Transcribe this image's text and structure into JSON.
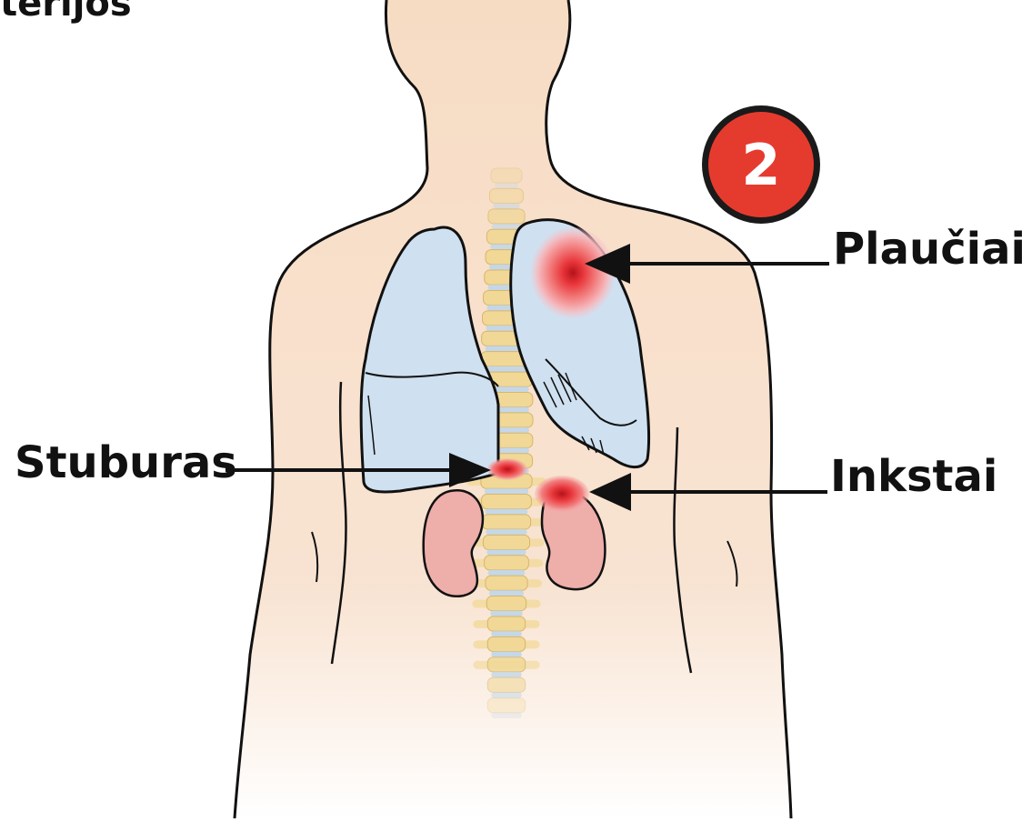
{
  "title_fragment": "terijos",
  "badge": {
    "number": "2",
    "color": "#e53b2e"
  },
  "labels": {
    "lungs": "Plaučiai",
    "spine": "Stuburas",
    "kidneys": "Inkstai"
  },
  "colors": {
    "skin": "#f7dcc4",
    "lung": "#cfe0f0",
    "spine": "#f1d896",
    "disc": "#bfd6ea",
    "kidney": "#eeaeaa",
    "lesion": "#e8363a"
  }
}
